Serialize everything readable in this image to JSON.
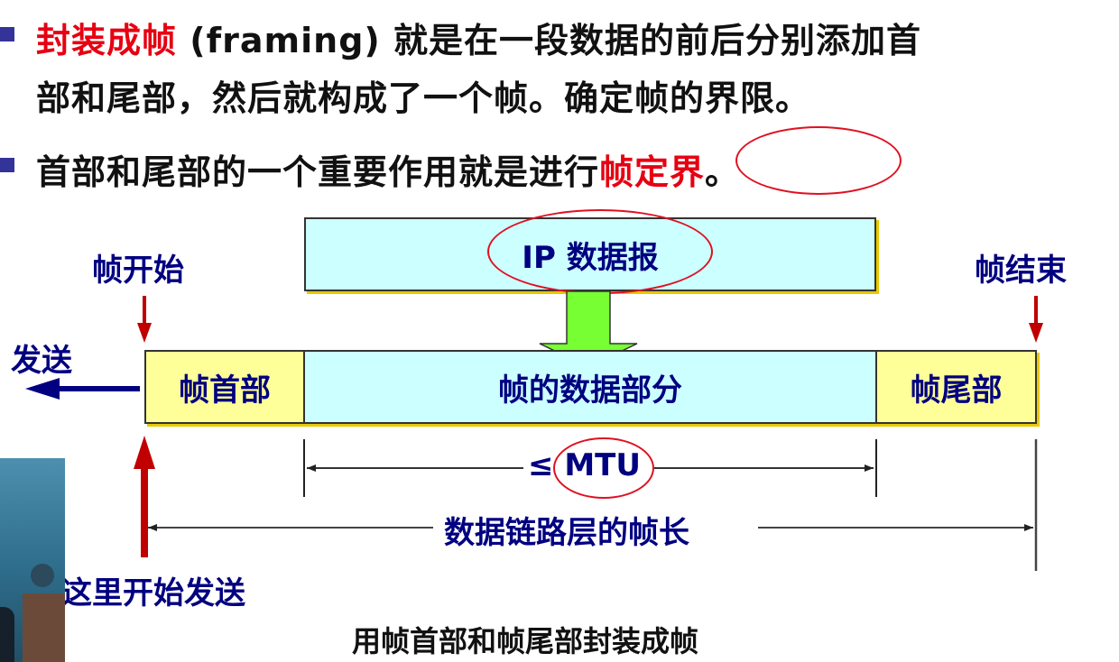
{
  "slide": {
    "bullets": [
      {
        "highlight": "封装成帧",
        "line1_rest": " (framing) 就是在一段数据的前后分别添加首",
        "line2": "部和尾部，然后就构成了一个帧。确定帧的界限。"
      },
      {
        "text": "首部和尾部的一个重要作用就是进行",
        "highlight": "帧定界",
        "end": "。"
      }
    ],
    "diagram": {
      "ip_datagram": "IP 数据报",
      "frame_header": "帧首部",
      "frame_data": "帧的数据部分",
      "frame_trailer": "帧尾部",
      "frame_start": "帧开始",
      "frame_end": "帧结束",
      "send": "发送",
      "send_from_here": "这里开始发送",
      "mtu_label": "≤ MTU",
      "frame_length": "数据链路层的帧长"
    },
    "caption": "用帧首部和帧尾部封装成帧",
    "colors": {
      "highlight_red": "#e60012",
      "label_navy": "#000080",
      "box_cyan": "#ccffff",
      "box_yellow": "#ffff99",
      "arrow_green": "#77ff33",
      "arrow_darkred": "#c00000",
      "bullet": "#33339a"
    }
  }
}
